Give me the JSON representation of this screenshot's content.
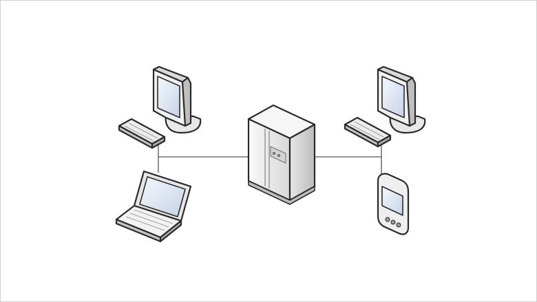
{
  "diagram": {
    "nodes": [
      {
        "id": "desktop-left",
        "icon": "desktop-computer-icon"
      },
      {
        "id": "laptop-left",
        "icon": "laptop-icon"
      },
      {
        "id": "server-center",
        "icon": "server-tower-icon"
      },
      {
        "id": "desktop-right",
        "icon": "desktop-computer-icon"
      },
      {
        "id": "pda-right",
        "icon": "pda-handheld-icon"
      }
    ],
    "connections": [
      {
        "from": "desktop-left",
        "to": "laptop-left"
      },
      {
        "from": "laptop-left",
        "to": "server-center"
      },
      {
        "from": "server-center",
        "to": "desktop-right"
      },
      {
        "from": "desktop-right",
        "to": "pda-right"
      }
    ],
    "colors": {
      "outline": "#2b2b2b",
      "screen": "#dfe8f4",
      "body": "#f2f2f2",
      "shade": "#c9c9c9",
      "line": "#555555",
      "border": "#cfcfcf"
    }
  }
}
